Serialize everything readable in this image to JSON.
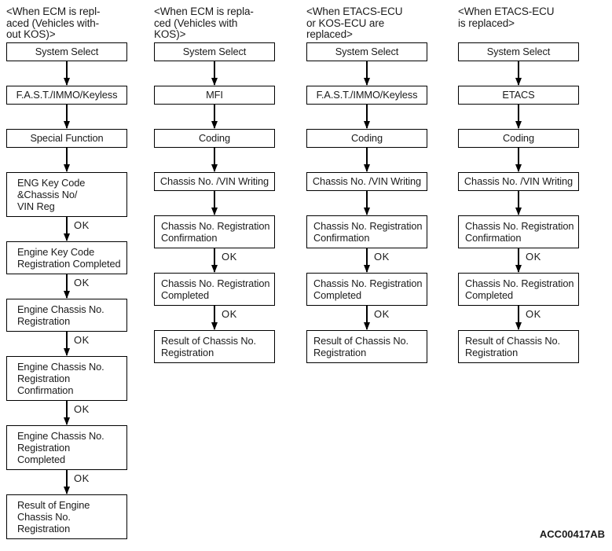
{
  "labels": {
    "ok": "OK"
  },
  "figure_code": "ACC00417AB",
  "columns": [
    {
      "header": "<When ECM is repl-\naced (Vehicles with-\nout KOS)>",
      "steps": [
        {
          "label": "System Select",
          "ok_after": false
        },
        {
          "label": "F.A.S.T./IMMO/Keyless",
          "ok_after": false
        },
        {
          "label": "Special Function",
          "ok_after": false
        },
        {
          "label": "ENG Key Code\n&Chassis No/\nVIN Reg",
          "ok_after": true
        },
        {
          "label": "Engine Key Code\nRegistration Completed",
          "ok_after": true
        },
        {
          "label": "Engine Chassis No.\nRegistration",
          "ok_after": true
        },
        {
          "label": "Engine Chassis No.\nRegistration\nConfirmation",
          "ok_after": true
        },
        {
          "label": "Engine Chassis No.\nRegistration\nCompleted",
          "ok_after": true
        },
        {
          "label": "Result of Engine\nChassis No.\nRegistration",
          "ok_after": false
        }
      ]
    },
    {
      "header": "<When ECM is repla-\nced (Vehicles with\nKOS)>",
      "steps": [
        {
          "label": "System Select",
          "ok_after": false
        },
        {
          "label": "MFI",
          "ok_after": false
        },
        {
          "label": "Coding",
          "ok_after": false
        },
        {
          "label": "Chassis No. /VIN Writing",
          "ok_after": false
        },
        {
          "label": "Chassis No. Registration\nConfirmation",
          "ok_after": true
        },
        {
          "label": "Chassis No. Registration\nCompleted",
          "ok_after": true
        },
        {
          "label": "Result of Chassis No.\nRegistration",
          "ok_after": false
        }
      ]
    },
    {
      "header": "<When ETACS-ECU\nor KOS-ECU are\nreplaced>",
      "steps": [
        {
          "label": "System Select",
          "ok_after": false
        },
        {
          "label": "F.A.S.T./IMMO/Keyless",
          "ok_after": false
        },
        {
          "label": "Coding",
          "ok_after": false
        },
        {
          "label": "Chassis No. /VIN Writing",
          "ok_after": false
        },
        {
          "label": "Chassis No. Registration\nConfirmation",
          "ok_after": true
        },
        {
          "label": "Chassis No. Registration\nCompleted",
          "ok_after": true
        },
        {
          "label": "Result of Chassis No.\nRegistration",
          "ok_after": false
        }
      ]
    },
    {
      "header": "<When ETACS-ECU\nis replaced>",
      "steps": [
        {
          "label": "System Select",
          "ok_after": false
        },
        {
          "label": "ETACS",
          "ok_after": false
        },
        {
          "label": "Coding",
          "ok_after": false
        },
        {
          "label": "Chassis No. /VIN Writing",
          "ok_after": false
        },
        {
          "label": "Chassis No. Registration\nConfirmation",
          "ok_after": true
        },
        {
          "label": "Chassis No. Registration\nCompleted",
          "ok_after": true
        },
        {
          "label": "Result of Chassis No.\nRegistration",
          "ok_after": false
        }
      ]
    }
  ]
}
